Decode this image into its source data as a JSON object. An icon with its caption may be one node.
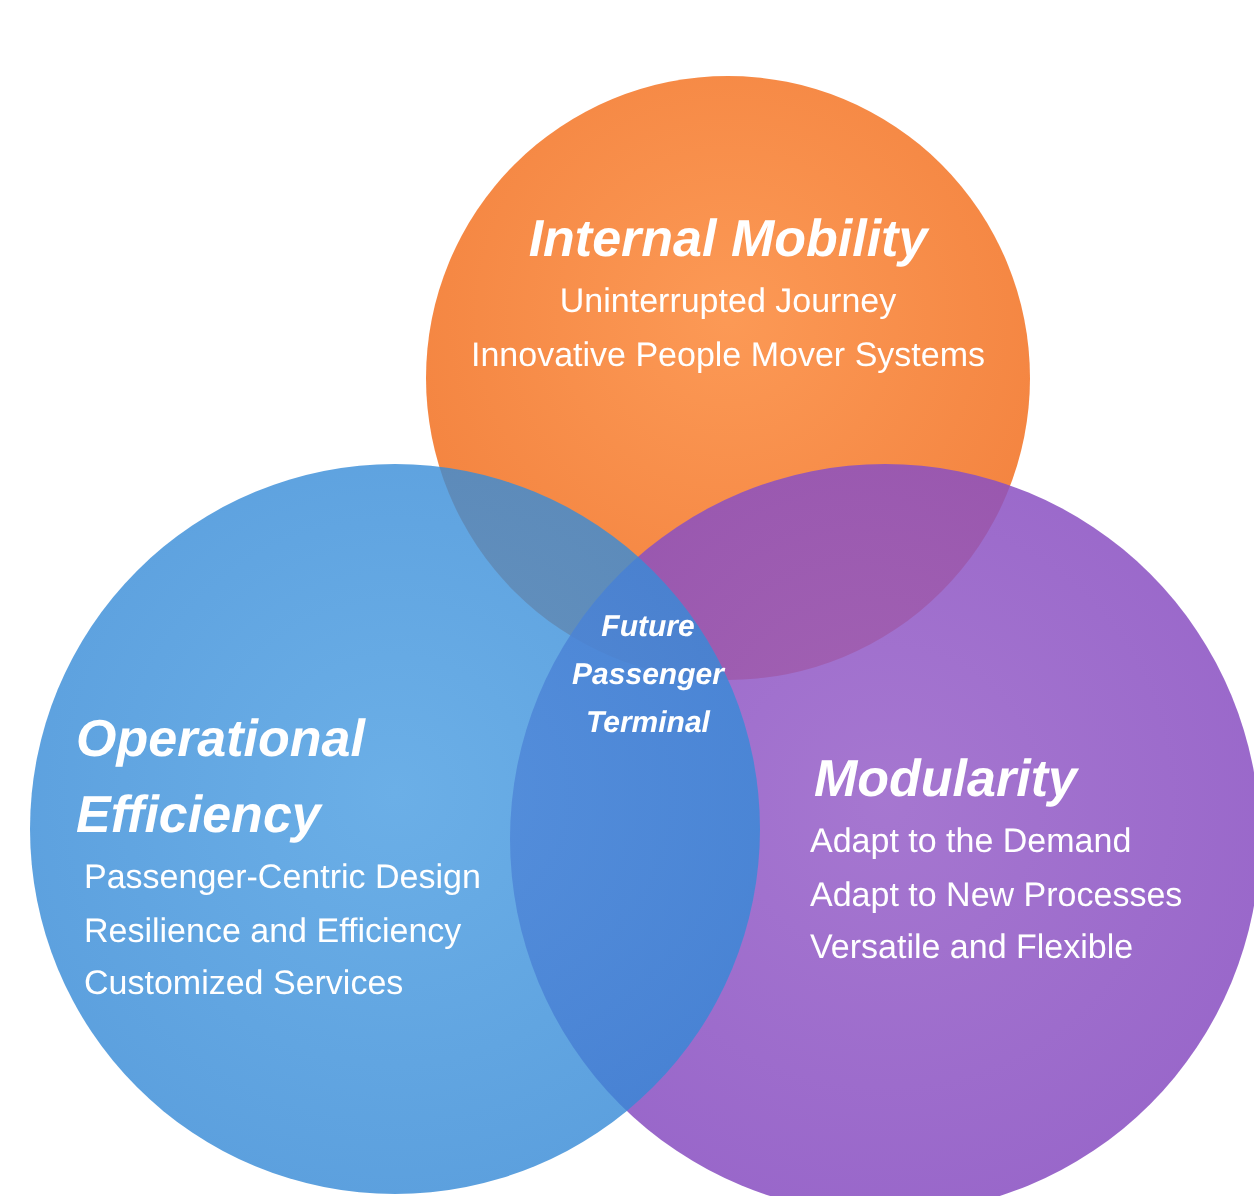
{
  "diagram": {
    "nodes": [
      {
        "text": [
          "Internal Mobility",
          "Uninterrupted Journey",
          "Innovative People Mover Systems"
        ]
      },
      {
        "text": [
          "Operational Efficiency",
          "Passenger-Centric Design",
          "Resilience and Efficiency",
          "Customized Services"
        ]
      },
      {
        "text": [
          "Modularity",
          "Adapt to the Demand",
          "Adapt to New Processes",
          "Versatile and Flexible"
        ]
      }
    ],
    "labels": [
      "Future Passenger Terminal"
    ]
  }
}
